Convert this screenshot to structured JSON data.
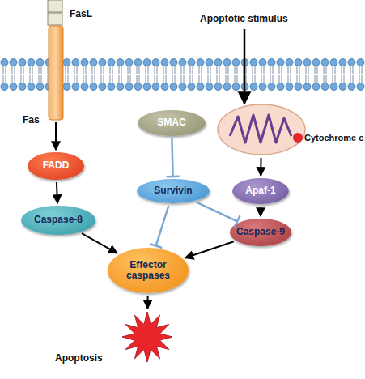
{
  "diagram": {
    "nodes": [
      {
        "text": [
          "FasL"
        ]
      },
      {
        "text": [
          "Fas"
        ]
      },
      {
        "text": [
          "SMAC"
        ]
      },
      {
        "text": [
          "Cytochrome c"
        ]
      },
      {
        "text": [
          "FADD"
        ]
      },
      {
        "text": [
          "Survivin"
        ]
      },
      {
        "text": [
          "Apaf-1"
        ]
      },
      {
        "text": [
          "Caspase-8"
        ]
      },
      {
        "text": [
          "Caspase-9"
        ]
      },
      {
        "text": [
          "Effector caspases"
        ]
      },
      {
        "text": [
          "Apoptosis"
        ]
      }
    ],
    "edges": [
      {
        "from": 1,
        "to": 4,
        "arrow": "to"
      },
      {
        "from": 4,
        "to": 7,
        "arrow": "to"
      },
      {
        "from": 7,
        "to": 9,
        "arrow": "to"
      },
      {
        "from": 2,
        "to": 5,
        "arrow": "to"
      },
      {
        "from": 5,
        "to": 9,
        "arrow": "to"
      },
      {
        "from": 5,
        "to": 8,
        "arrow": "to"
      },
      {
        "from": 3,
        "to": 6,
        "arrow": "to"
      },
      {
        "from": 6,
        "to": 8,
        "arrow": "to"
      },
      {
        "from": 8,
        "to": 9,
        "arrow": "to"
      },
      {
        "from": 9,
        "to": 10,
        "arrow": "to"
      }
    ],
    "labels": [
      "Apoptotic stimulus"
    ]
  }
}
